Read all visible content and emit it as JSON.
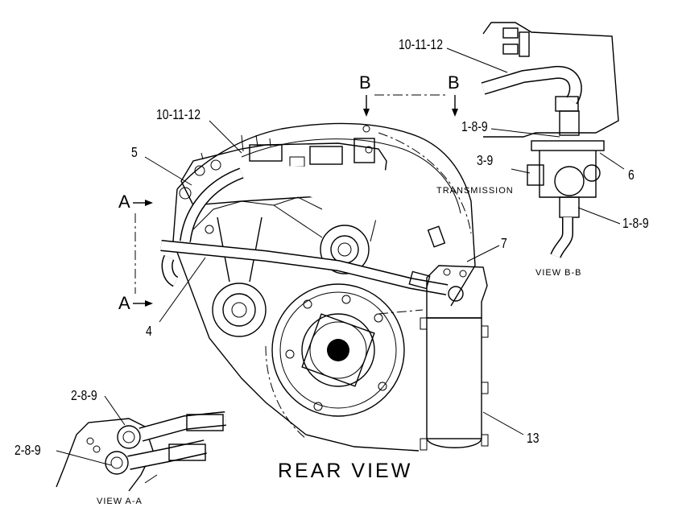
{
  "labels": {
    "callout_10_11_12_top": "10-11-12",
    "callout_10_11_12_left": "10-11-12",
    "callout_5": "5",
    "callout_4": "4",
    "callout_7": "7",
    "callout_13": "13",
    "callout_6": "6",
    "callout_1_8_9_upper": "1-8-9",
    "callout_1_8_9_lower": "1-8-9",
    "callout_3_9": "3-9",
    "callout_2_8_9_upper": "2-8-9",
    "callout_2_8_9_lower": "2-8-9",
    "section_a_top": "A",
    "section_a_bottom": "A",
    "section_b_left": "B",
    "section_b_right": "B",
    "transmission": "TRANSMISSION",
    "view_bb": "VIEW B-B",
    "view_aa": "VIEW A-A",
    "rear_view": "REAR VIEW"
  }
}
